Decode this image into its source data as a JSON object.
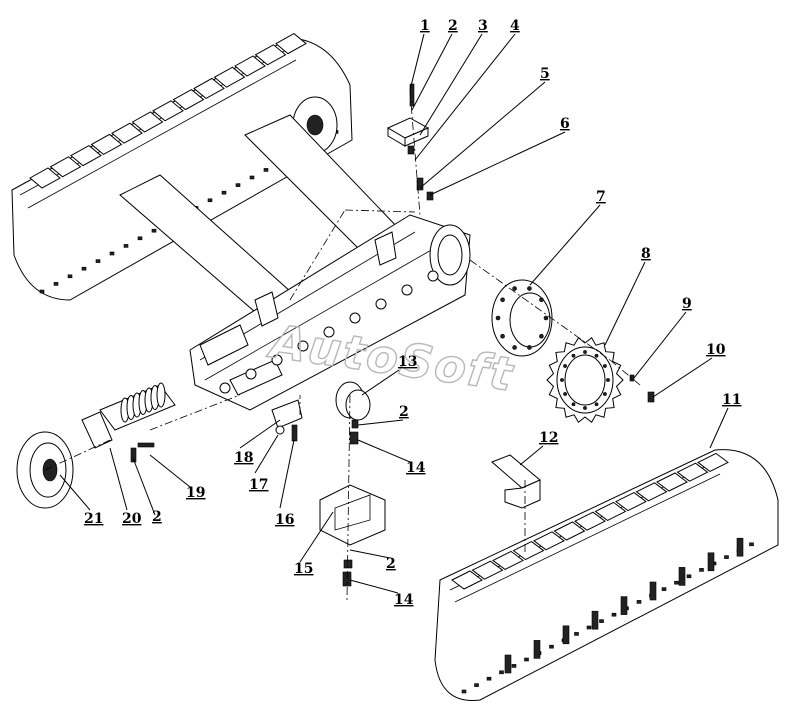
{
  "watermark": "AutoSoft",
  "callouts": [
    "1",
    "2",
    "3",
    "4",
    "5",
    "6",
    "7",
    "8",
    "9",
    "10",
    "11",
    "12",
    "13",
    "2",
    "14",
    "18",
    "17",
    "16",
    "19",
    "2",
    "20",
    "21",
    "15",
    "2",
    "14"
  ]
}
